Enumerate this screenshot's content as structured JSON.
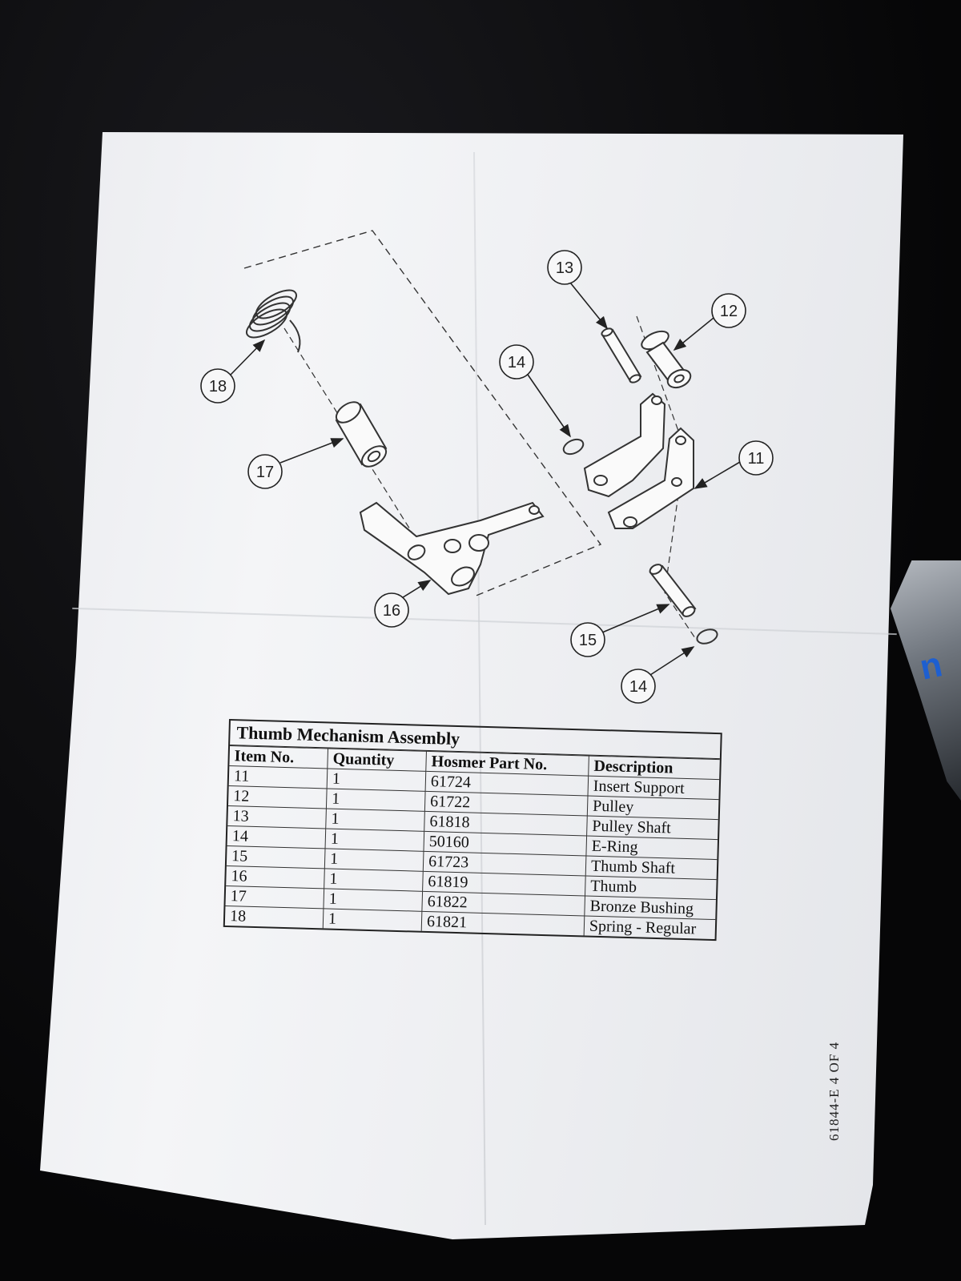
{
  "diagram": {
    "callouts": [
      {
        "id": "c11",
        "label": "11"
      },
      {
        "id": "c12",
        "label": "12"
      },
      {
        "id": "c13",
        "label": "13"
      },
      {
        "id": "c14a",
        "label": "14"
      },
      {
        "id": "c14b",
        "label": "14"
      },
      {
        "id": "c15",
        "label": "15"
      },
      {
        "id": "c16",
        "label": "16"
      },
      {
        "id": "c17",
        "label": "17"
      },
      {
        "id": "c18",
        "label": "18"
      }
    ]
  },
  "table": {
    "title": "Thumb Mechanism Assembly",
    "headers": [
      "Item No.",
      "Quantity",
      "Hosmer Part No.",
      "Description"
    ],
    "rows": [
      [
        "11",
        "1",
        "61724",
        "Insert Support"
      ],
      [
        "12",
        "1",
        "61722",
        "Pulley"
      ],
      [
        "13",
        "1",
        "61818",
        "Pulley Shaft"
      ],
      [
        "14",
        "1",
        "50160",
        "E-Ring"
      ],
      [
        "15",
        "1",
        "61723",
        "Thumb Shaft"
      ],
      [
        "16",
        "1",
        "61819",
        "Thumb"
      ],
      [
        "17",
        "1",
        "61822",
        "Bronze Bushing"
      ],
      [
        "18",
        "1",
        "61821",
        "Spring - Regular"
      ]
    ]
  },
  "footer": {
    "doc_code": "61844-E   4 OF 4"
  },
  "colors": {
    "paper": "#f2f3f5",
    "ink": "#222222",
    "background": "#0b0b0d",
    "bag_print": "#1e5fd0"
  }
}
